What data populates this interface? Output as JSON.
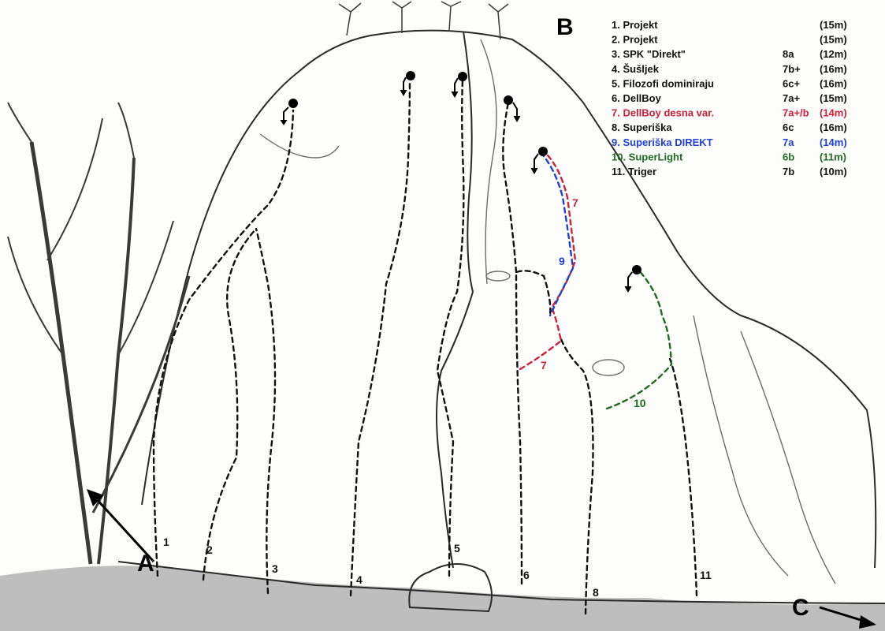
{
  "sector_label": "B",
  "colors": {
    "default": "#111111",
    "red": "#d0203a",
    "blue": "#1f3fd6",
    "green": "#1d6b1d"
  },
  "routes": [
    {
      "number": "1",
      "legend": "1. Projekt",
      "grade": "",
      "length": "(15m)",
      "color": "default"
    },
    {
      "number": "2",
      "legend": "2. Projekt",
      "grade": "",
      "length": "(15m)",
      "color": "default"
    },
    {
      "number": "3",
      "legend": "3. SPK \"Direkt\"",
      "grade": "8a",
      "length": "(12m)",
      "color": "default"
    },
    {
      "number": "4",
      "legend": "4. Šušljek",
      "grade": "7b+",
      "length": "(16m)",
      "color": "default"
    },
    {
      "number": "5",
      "legend": "5. Filozofi dominiraju",
      "grade": "6c+",
      "length": "(16m)",
      "color": "default"
    },
    {
      "number": "6",
      "legend": "6. DellBoy",
      "grade": "7a+",
      "length": "(15m)",
      "color": "default"
    },
    {
      "number": "7",
      "legend": "7. DellBoy desna var.",
      "grade": "7a+/b",
      "length": "(14m)",
      "color": "red"
    },
    {
      "number": "8",
      "legend": "8. Superiška",
      "grade": "6c",
      "length": "(16m)",
      "color": "default"
    },
    {
      "number": "9",
      "legend": "9. Superiška DIREKT",
      "grade": "7a",
      "length": "(14m)",
      "color": "blue"
    },
    {
      "number": "10",
      "legend": "10. SuperLight",
      "grade": "6b",
      "length": "(11m)",
      "color": "green"
    },
    {
      "number": "11",
      "legend": "11. Triger",
      "grade": "7b",
      "length": "(10m)",
      "color": "default"
    }
  ],
  "route_labels": [
    "1",
    "2",
    "3",
    "4",
    "5",
    "6",
    "7",
    "7",
    "8",
    "9",
    "10",
    "11"
  ],
  "arrow_labels": [
    "A",
    "C"
  ]
}
